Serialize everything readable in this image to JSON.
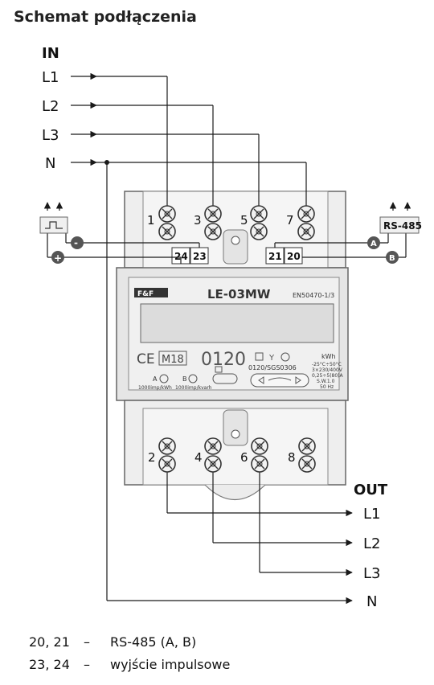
{
  "title": "Schemat podłączenia",
  "in_label": "IN",
  "out_label": "OUT",
  "inputs": [
    "L1",
    "L2",
    "L3",
    "N"
  ],
  "outputs": [
    "L1",
    "L2",
    "L3",
    "N"
  ],
  "top_terminals": [
    "1",
    "3",
    "5",
    "7"
  ],
  "bottom_terminals": [
    "2",
    "4",
    "6",
    "8"
  ],
  "aux_left": [
    "24",
    "23"
  ],
  "aux_right": [
    "21",
    "20"
  ],
  "rs485_label": "RS-485",
  "marker_minus": "-",
  "marker_plus": "+",
  "marker_a": "A",
  "marker_b": "B",
  "device": {
    "brand": "F&F",
    "model": "LE-03MW",
    "standard": "EN50470-1/3",
    "class_mark": "M18",
    "ce": "CE",
    "code": "0120",
    "code_sub": "0120/SGS0306",
    "unit": "kWh",
    "spec_lines": [
      "-25°C÷50°C",
      "3×230/400V",
      "0,25÷5(80)A",
      "S.W.1.0",
      "50 Hz"
    ],
    "led_a": "A",
    "led_b": "B",
    "led_a_note": "1000imp/kWh",
    "led_b_note": "1000imp/kvarh"
  },
  "legend": [
    {
      "key": "20, 21",
      "dash": "–",
      "text": "RS-485 (A, B)"
    },
    {
      "key": "23, 24",
      "dash": "–",
      "text": "wyjście impulsowe"
    }
  ],
  "colors": {
    "line": "#1a1a1a",
    "device_fill": "#ececec",
    "device_stroke": "#777777",
    "marker": "#555555"
  }
}
